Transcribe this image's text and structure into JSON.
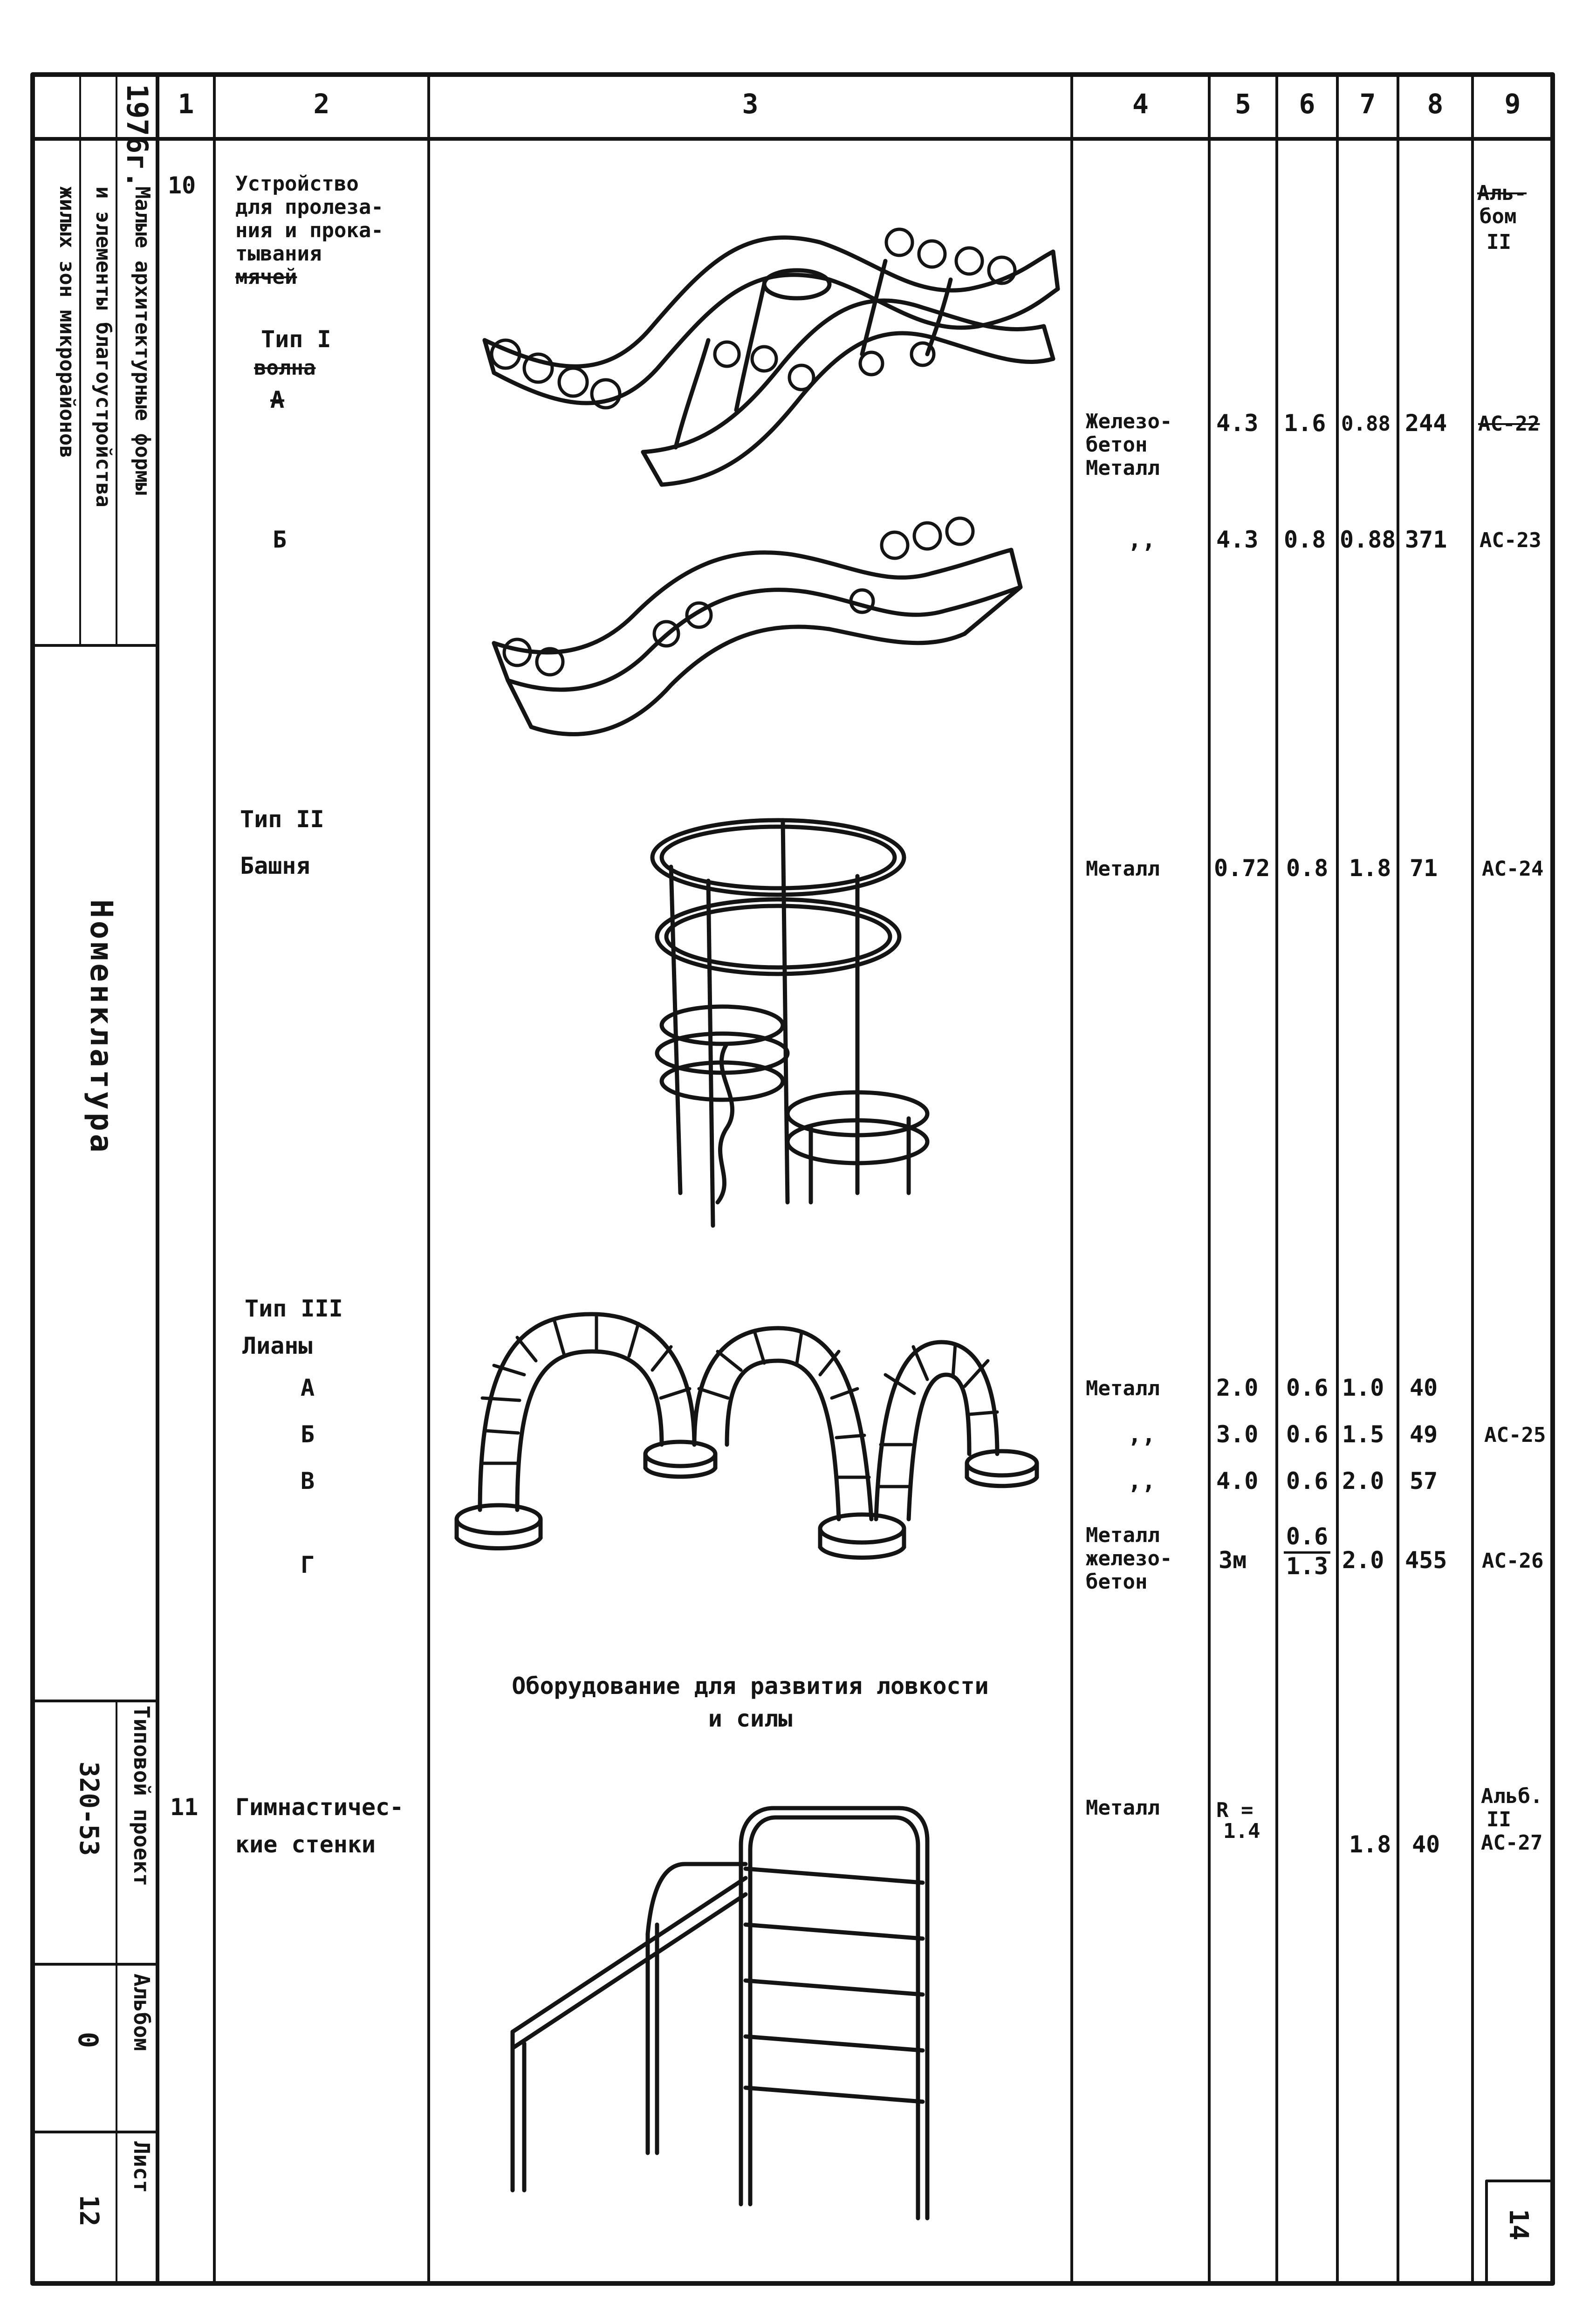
{
  "sheet": {
    "column_numbers": [
      "1",
      "2",
      "3",
      "4",
      "5",
      "6",
      "7",
      "8",
      "9"
    ],
    "title_block": {
      "year": "1976г.",
      "description_lines": [
        "Малые архитектурные формы",
        "и элементы благоустройства",
        "жилых зон микрорайонов"
      ],
      "name": "Номенклатура",
      "project_label": "Типовой проект",
      "project_number": "320-53",
      "album_label": "Альбом",
      "album_value": "0",
      "sheet_label": "Лист",
      "sheet_value": "12"
    },
    "page_number": "14"
  },
  "rows": {
    "r10": {
      "number": "10",
      "name_lines": [
        "Устройство",
        "для пролеза-",
        "ния и прока-",
        "тывания",
        "мячей"
      ],
      "album_lines": [
        "Аль-",
        "бом",
        "II"
      ]
    },
    "type1": {
      "label": "Тип I",
      "sub": "волна",
      "variant": "А"
    },
    "type1a": {
      "material_lines": [
        "Железо-",
        "бетон",
        "Металл"
      ],
      "c5": "4.3",
      "c6": "1.6",
      "c7": "0.88",
      "c8": "244",
      "c9": "АС-22"
    },
    "type1b": {
      "variant": "Б",
      "material": ",,",
      "c5": "4.3",
      "c6": "0.8",
      "c7": "0.88",
      "c8": "371",
      "c9": "АС-23"
    },
    "type2": {
      "label": "Тип II",
      "sub": "Башня",
      "material": "Металл",
      "c5": "0.72",
      "c6": "0.8",
      "c7": "1.8",
      "c8": "71",
      "c9": "АС-24"
    },
    "type3": {
      "label": "Тип III",
      "sub": "Лианы",
      "items": [
        {
          "variant": "А",
          "material": "Металл",
          "c5": "2.0",
          "c6": "0.6",
          "c7": "1.0",
          "c8": "40",
          "c9": ""
        },
        {
          "variant": "Б",
          "material": ",,",
          "c5": "3.0",
          "c6": "0.6",
          "c7": "1.5",
          "c8": "49",
          "c9": "АС-25"
        },
        {
          "variant": "В",
          "material": ",,",
          "c5": "4.0",
          "c6": "0.6",
          "c7": "2.0",
          "c8": "57",
          "c9": ""
        }
      ],
      "item_g": {
        "variant": "Г",
        "material_lines": [
          "Металл",
          "железо-",
          "бетон"
        ],
        "c5": "3м",
        "c6_num": "0.6",
        "c6_den": "1.3",
        "c7": "2.0",
        "c8": "455",
        "c9": "АС-26"
      }
    },
    "section_heading_lines": [
      "Оборудование для развития ловкости",
      "и силы"
    ],
    "r11": {
      "number": "11",
      "name_lines": [
        "Гимнастичес-",
        "кие стенки"
      ],
      "material": "Металл",
      "c5_lines": [
        "R =",
        "1.4"
      ],
      "c7": "1.8",
      "c8": "40",
      "c9_lines": [
        "Альб.",
        "II",
        "АС-27"
      ]
    }
  }
}
